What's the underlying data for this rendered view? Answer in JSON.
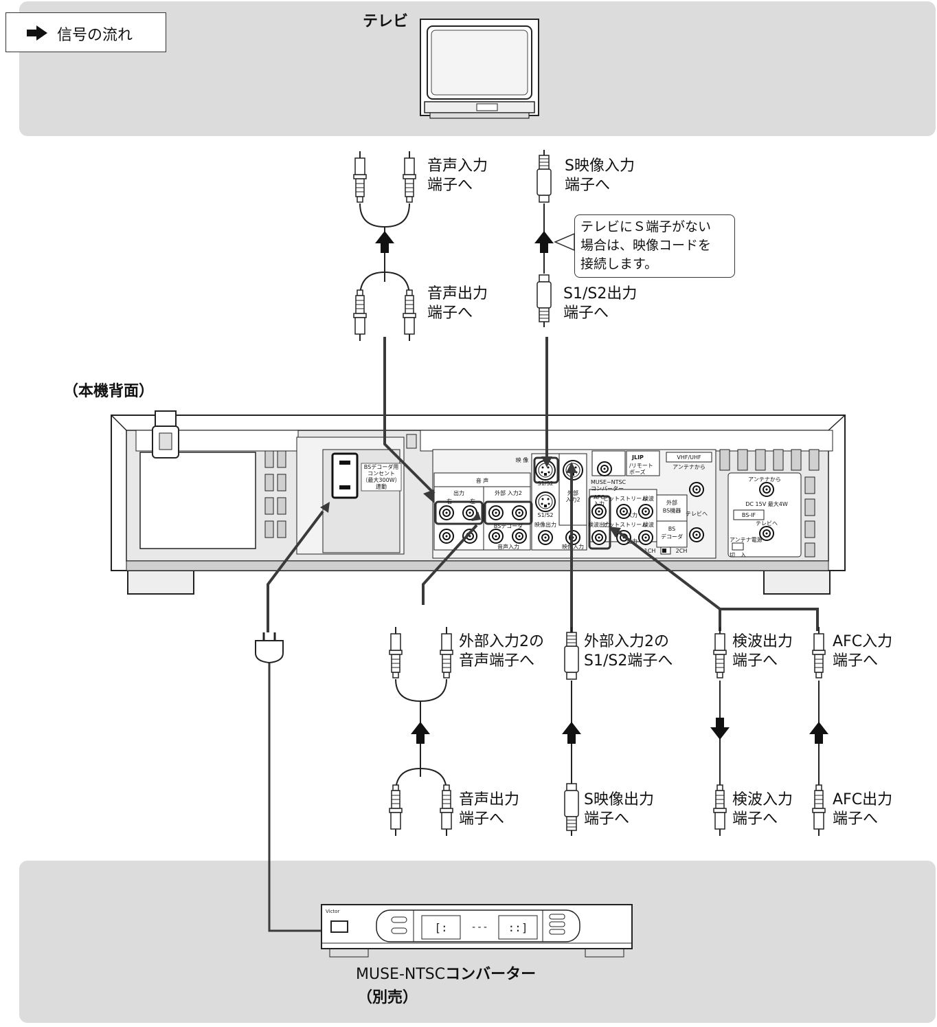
{
  "legend": {
    "label": "信号の流れ",
    "icon": "arrow-right-icon"
  },
  "tv": {
    "label": "テレビ"
  },
  "rear_panel": {
    "title": "（本機背面）",
    "outlet_label": "BSデコーダ用\nコンセント\n（最大300W）\n連動",
    "audio_header": "音 声",
    "audio_output": "出力",
    "audio_ext_input2": "外部 入力2",
    "right": "右",
    "left": "左",
    "bs_decoder": "BSデコーダ",
    "audio_input": "音声入力",
    "video_header": "映 像",
    "s1s2_a": "S1/S2",
    "s1s2_b": "S1/S2",
    "ext_input2": "外部\n入力2",
    "video_output": "映像出力",
    "video_input": "映像入力",
    "jlip": "JLIP",
    "remote_pause": "/リモート\nポーズ",
    "muse_ntsc": "MUSE−NTSC\nコンバーター",
    "afc_input": "AFC\n入力",
    "bitstream": "ビットストリーム",
    "detect": "検波",
    "in": "入力",
    "out": "出力",
    "detect_out": "検波出力",
    "ext_bs": "外部\nBS機器",
    "bs_decoder2": "BS\nデコーダ",
    "vhf_uhf": "VHF/UHF",
    "antenna_from": "アンテナから",
    "to_tv": "テレビへ",
    "antenna_from2": "アンテナから",
    "dc_power": "DC 15V 最大4W",
    "bs_if": "BS‐IF",
    "to_tv2": "テレビへ",
    "antenna_power": "アンテナ電源",
    "off_on": "切　入",
    "ch1": "1CH",
    "ch2": "2CH"
  },
  "labels": {
    "audio_in_to": "音声入力\n端子へ",
    "s_video_in_to": "S映像入力\n端子へ",
    "audio_out_to_top": "音声出力\n端子へ",
    "s1s2_out_to": "S1/S2出力\n端子へ",
    "ext2_audio_to": "外部入力2の\n音声端子へ",
    "ext2_s1s2_to": "外部入力2の\nS1/S2端子へ",
    "detect_out_to": "検波出力\n端子へ",
    "afc_in_to": "AFC入力\n端子へ",
    "audio_out_to_bottom": "音声出力\n端子へ",
    "s_video_out_to": "S映像出力\n端子へ",
    "detect_in_to": "検波入力\n端子へ",
    "afc_out_to": "AFC出力\n端子へ"
  },
  "callout": {
    "lines": [
      "テレビにＳ端子がない",
      "場合は、映像コードを",
      "接続します。"
    ]
  },
  "converter": {
    "brand": "Victor",
    "name_latin": "MUSE-NTSC",
    "name_jp": "コンバーター",
    "note": "（別売）"
  },
  "colors": {
    "band": "#dcdcdc",
    "line": "#3a3a3a",
    "panel": "#e6e6e6"
  }
}
